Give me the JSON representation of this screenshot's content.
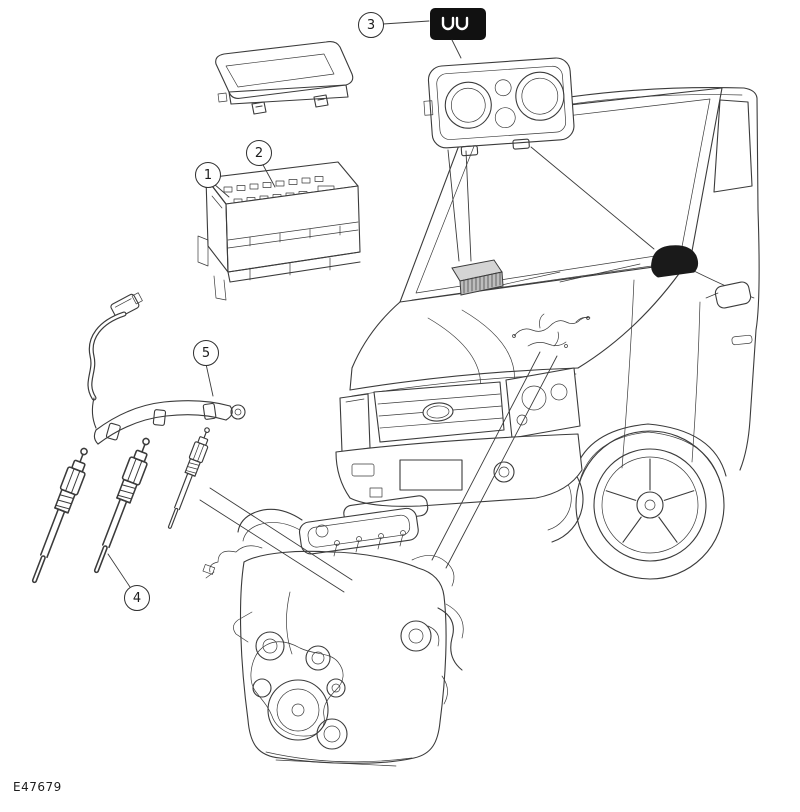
{
  "figure": {
    "reference_code": "E47679",
    "callouts": [
      {
        "label": "1"
      },
      {
        "label": "2"
      },
      {
        "label": "3"
      },
      {
        "label": "4"
      },
      {
        "label": "5"
      }
    ],
    "icons": {
      "indicator_badge": "glow-plug-coil-symbol"
    },
    "colors": {
      "background": "#ffffff",
      "line": "#3b3b3b",
      "badge_background": "#111111",
      "badge_symbol": "#ffffff",
      "module_gray": "#c9c9c9",
      "module_dark": "#1a1a1a"
    }
  }
}
